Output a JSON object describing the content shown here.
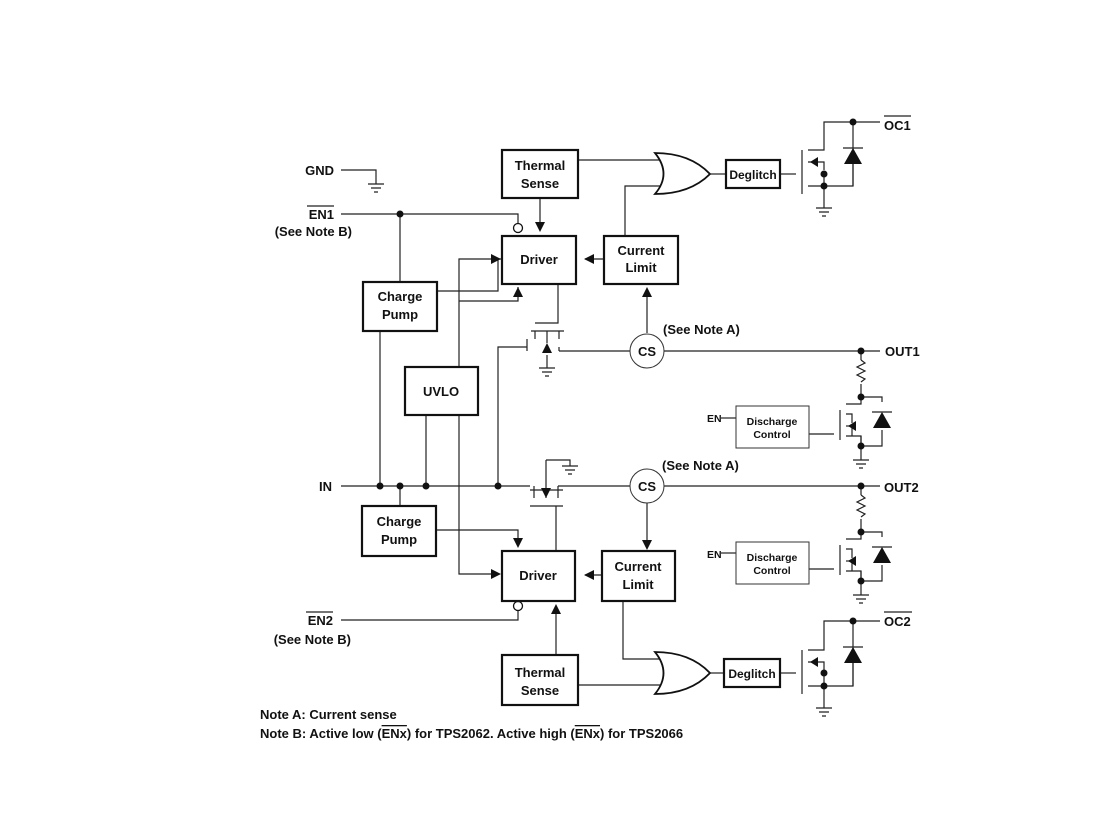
{
  "labels": {
    "gnd": "GND",
    "en1": "EN1",
    "en1_note": "(See Note B)",
    "en2": "EN2",
    "en2_note": "(See Note B)",
    "in": "IN",
    "out1": "OUT1",
    "out2": "OUT2",
    "oc1": "OC1",
    "oc2": "OC2",
    "see_note_a_top": "(See Note A)",
    "see_note_a_bottom": "(See Note A)",
    "en_discharge_top": "EN",
    "en_discharge_bottom": "EN"
  },
  "blocks": {
    "thermal_sense_top": [
      "Thermal",
      "Sense"
    ],
    "thermal_sense_bottom": [
      "Thermal",
      "Sense"
    ],
    "driver_top": "Driver",
    "driver_bottom": "Driver",
    "current_limit_top": [
      "Current",
      "Limit"
    ],
    "current_limit_bottom": [
      "Current",
      "Limit"
    ],
    "charge_pump_top": [
      "Charge",
      "Pump"
    ],
    "charge_pump_bottom": [
      "Charge",
      "Pump"
    ],
    "uvlo": "UVLO",
    "deglitch_top": "Deglitch",
    "deglitch_bottom": "Deglitch",
    "discharge_top": [
      "Discharge",
      "Control"
    ],
    "discharge_bottom": [
      "Discharge",
      "Control"
    ],
    "cs_top": "CS",
    "cs_bottom": "CS"
  },
  "notes": {
    "note_a": "Note A: Current sense",
    "note_b_1": "Note B: Active low (",
    "note_b_2": "ENx",
    "note_b_3": ") for TPS2062. Active high (",
    "note_b_4": "ENx",
    "note_b_5": ") for TPS2066"
  }
}
